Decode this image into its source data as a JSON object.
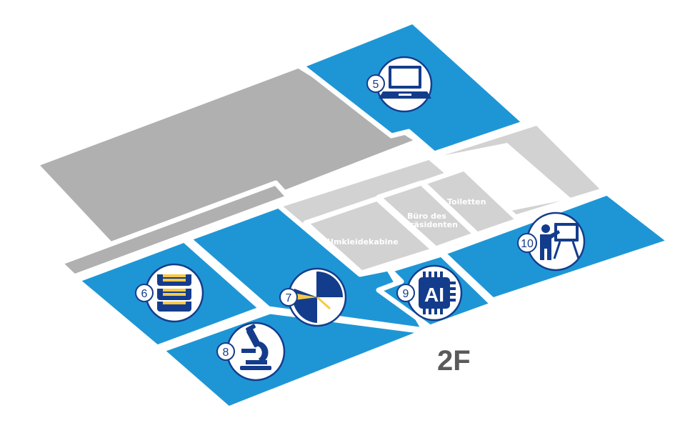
{
  "floor": {
    "label": "2F"
  },
  "colors": {
    "room_blue": "#1e96d6",
    "gray_dark": "#b0b0b0",
    "gray_light": "#d2d2d2",
    "icon_navy": "#143c8c",
    "accent_yellow": "#f6c945"
  },
  "rooms": {
    "toilets": {
      "label": "Toiletten"
    },
    "president_office": {
      "label_line1": "Büro des",
      "label_line2": "Präsidenten"
    },
    "changing_room": {
      "label": "Umkleidekabine"
    }
  },
  "markers": [
    {
      "number": "5",
      "icon": "laptop-icon"
    },
    {
      "number": "6",
      "icon": "storage-server-icon"
    },
    {
      "number": "7",
      "icon": "pie-clock-icon"
    },
    {
      "number": "8",
      "icon": "microscope-icon"
    },
    {
      "number": "9",
      "icon": "ai-chip-icon",
      "icon_text": "AI"
    },
    {
      "number": "10",
      "icon": "presentation-icon"
    }
  ]
}
